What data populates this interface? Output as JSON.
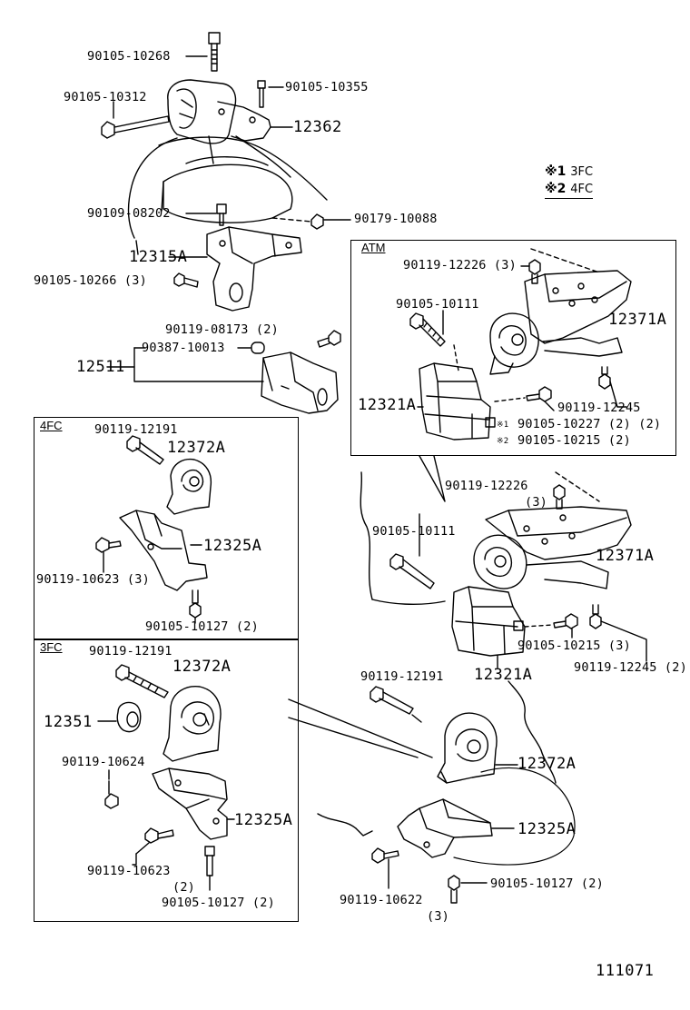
{
  "legend": [
    {
      "mark": "※1",
      "text": "3FC"
    },
    {
      "mark": "※2",
      "text": "4FC"
    }
  ],
  "sections": {
    "atm": "ATM",
    "fc4": "4FC",
    "fc3": "3FC"
  },
  "labels": {
    "p90105_10268": "90105-10268",
    "p90105_10355": "90105-10355",
    "p90105_10312": "90105-10312",
    "p12362": "12362",
    "p90109_08202": "90109-08202",
    "p90179_10088": "90179-10088",
    "p12315A": "12315A",
    "p90105_10266": "90105-10266 (3)",
    "p90119_08173": "90119-08173 (2)",
    "p90387_10013": "90387-10013",
    "p12511": "12511",
    "atm_90119_12226": "90119-12226 (3)",
    "atm_90105_10111": "90105-10111",
    "atm_12371A": "12371A",
    "atm_12321A": "12321A",
    "atm_90119_12245": "90119-12245",
    "atm_n1_mark": "※1",
    "atm_90105_10227": "90105-10227 (2) (2)",
    "atm_n2_mark": "※2",
    "atm_90105_10215": "90105-10215 (2)",
    "fc4_90119_12191": "90119-12191",
    "fc4_12372A": "12372A",
    "fc4_12325A": "12325A",
    "fc4_90119_10623": "90119-10623 (3)",
    "fc4_90105_10127": "90105-10127 (2)",
    "fc3_90119_12191": "90119-12191",
    "fc3_12372A": "12372A",
    "fc3_12351": "12351",
    "fc3_90119_10624": "90119-10624",
    "fc3_12325A": "12325A",
    "fc3_90119_10623": "90119-10623",
    "fc3_qty2": "(2)",
    "fc3_90105_10127": "90105-10127 (2)",
    "m_90119_12226": "90119-12226",
    "m_qty3": "(3)",
    "m_90105_10111": "90105-10111",
    "m_12371A": "12371A",
    "m_12321A": "12321A",
    "m_90105_10215": "90105-10215 (3)",
    "m_90119_12245": "90119-12245 (2)",
    "m_90119_12191": "90119-12191",
    "m_12372A": "12372A",
    "m_12325A": "12325A",
    "m_90119_10622": "90119-10622",
    "m_qty3b": "(3)",
    "m_90105_10127": "90105-10127 (2)",
    "diagram_id": "111071"
  }
}
